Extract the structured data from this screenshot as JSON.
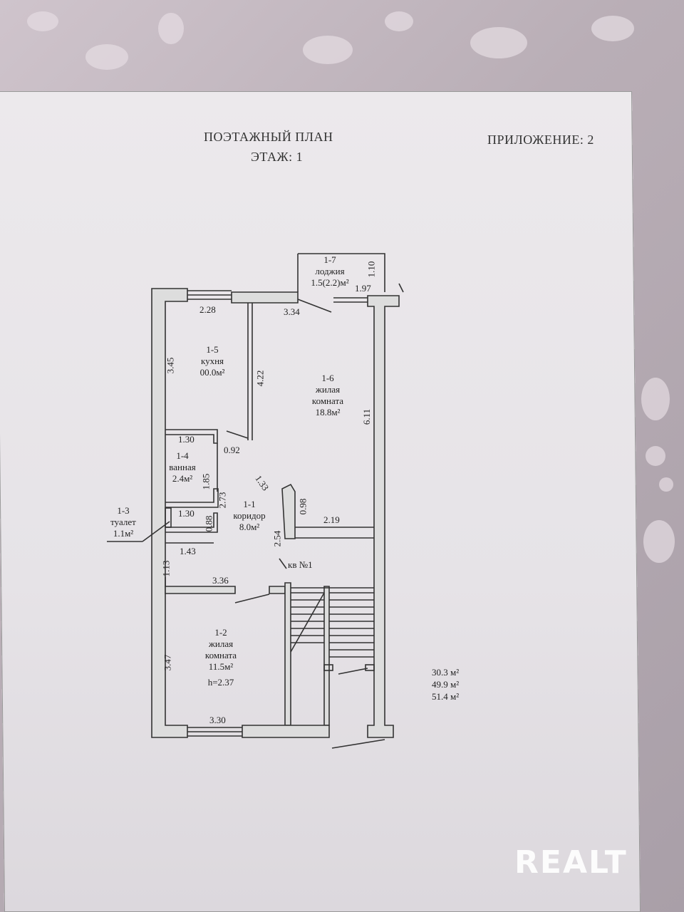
{
  "header": {
    "title": "ПОЭТАЖНЫЙ ПЛАН",
    "floor": "ЭТАЖ: 1",
    "appendix": "ПРИЛОЖЕНИЕ: 2"
  },
  "rooms": {
    "r1_7": {
      "num": "1-7",
      "name": "лоджия",
      "area": "1.5(2.2)м²"
    },
    "r1_5": {
      "num": "1-5",
      "name": "кухня",
      "area": "00.0м²"
    },
    "r1_6": {
      "num": "1-6",
      "name1": "жилая",
      "name2": "комната",
      "area": "18.8м²"
    },
    "r1_4": {
      "num": "1-4",
      "name": "ванная",
      "area": "2.4м²"
    },
    "r1_3": {
      "num": "1-3",
      "name": "туалет",
      "area": "1.1м²"
    },
    "r1_1": {
      "num": "1-1",
      "name": "коридор",
      "area": "8.0м²"
    },
    "r1_2": {
      "num": "1-2",
      "name1": "жилая",
      "name2": "комната",
      "area": "11.5м²",
      "height": "h=2.37"
    }
  },
  "apartment": "кв №1",
  "dims": {
    "d110": "1.10",
    "d197": "1.97",
    "d228": "2.28",
    "d334": "3.34",
    "d345": "3.45",
    "d422": "4.22",
    "d611": "6.11",
    "d130a": "1.30",
    "d092": "0.92",
    "d133": "1.33",
    "d185": "1.85",
    "d273": "2.73",
    "d098": "0.98",
    "d130b": "1.30",
    "d088": "0.88",
    "d219": "2.19",
    "d143": "1.43",
    "d254": "2.54",
    "d113": "1.13",
    "d336": "3.36",
    "d347": "3.47",
    "d330": "3.30"
  },
  "totals": [
    "30.3 м²",
    "49.9 м²",
    "51.4 м²"
  ],
  "watermark": "REALT"
}
